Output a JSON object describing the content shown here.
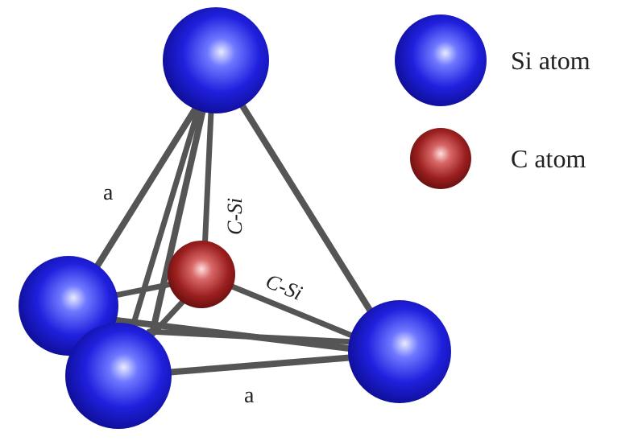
{
  "diagram": {
    "atoms": {
      "si_top": {
        "type": "Si"
      },
      "si_left": {
        "type": "Si"
      },
      "si_front": {
        "type": "Si"
      },
      "si_right": {
        "type": "Si"
      },
      "c_center": {
        "type": "C"
      }
    },
    "labels": {
      "edge_a_left": "a",
      "edge_a_bottom": "a",
      "bond_vertical": "C-Si",
      "bond_right": "C-Si"
    },
    "legend": {
      "si_label": "Si atom",
      "c_label": "C atom"
    },
    "colors": {
      "si": "#1d1dd6",
      "c": "#9c1f1f",
      "bond": "#555555"
    }
  }
}
